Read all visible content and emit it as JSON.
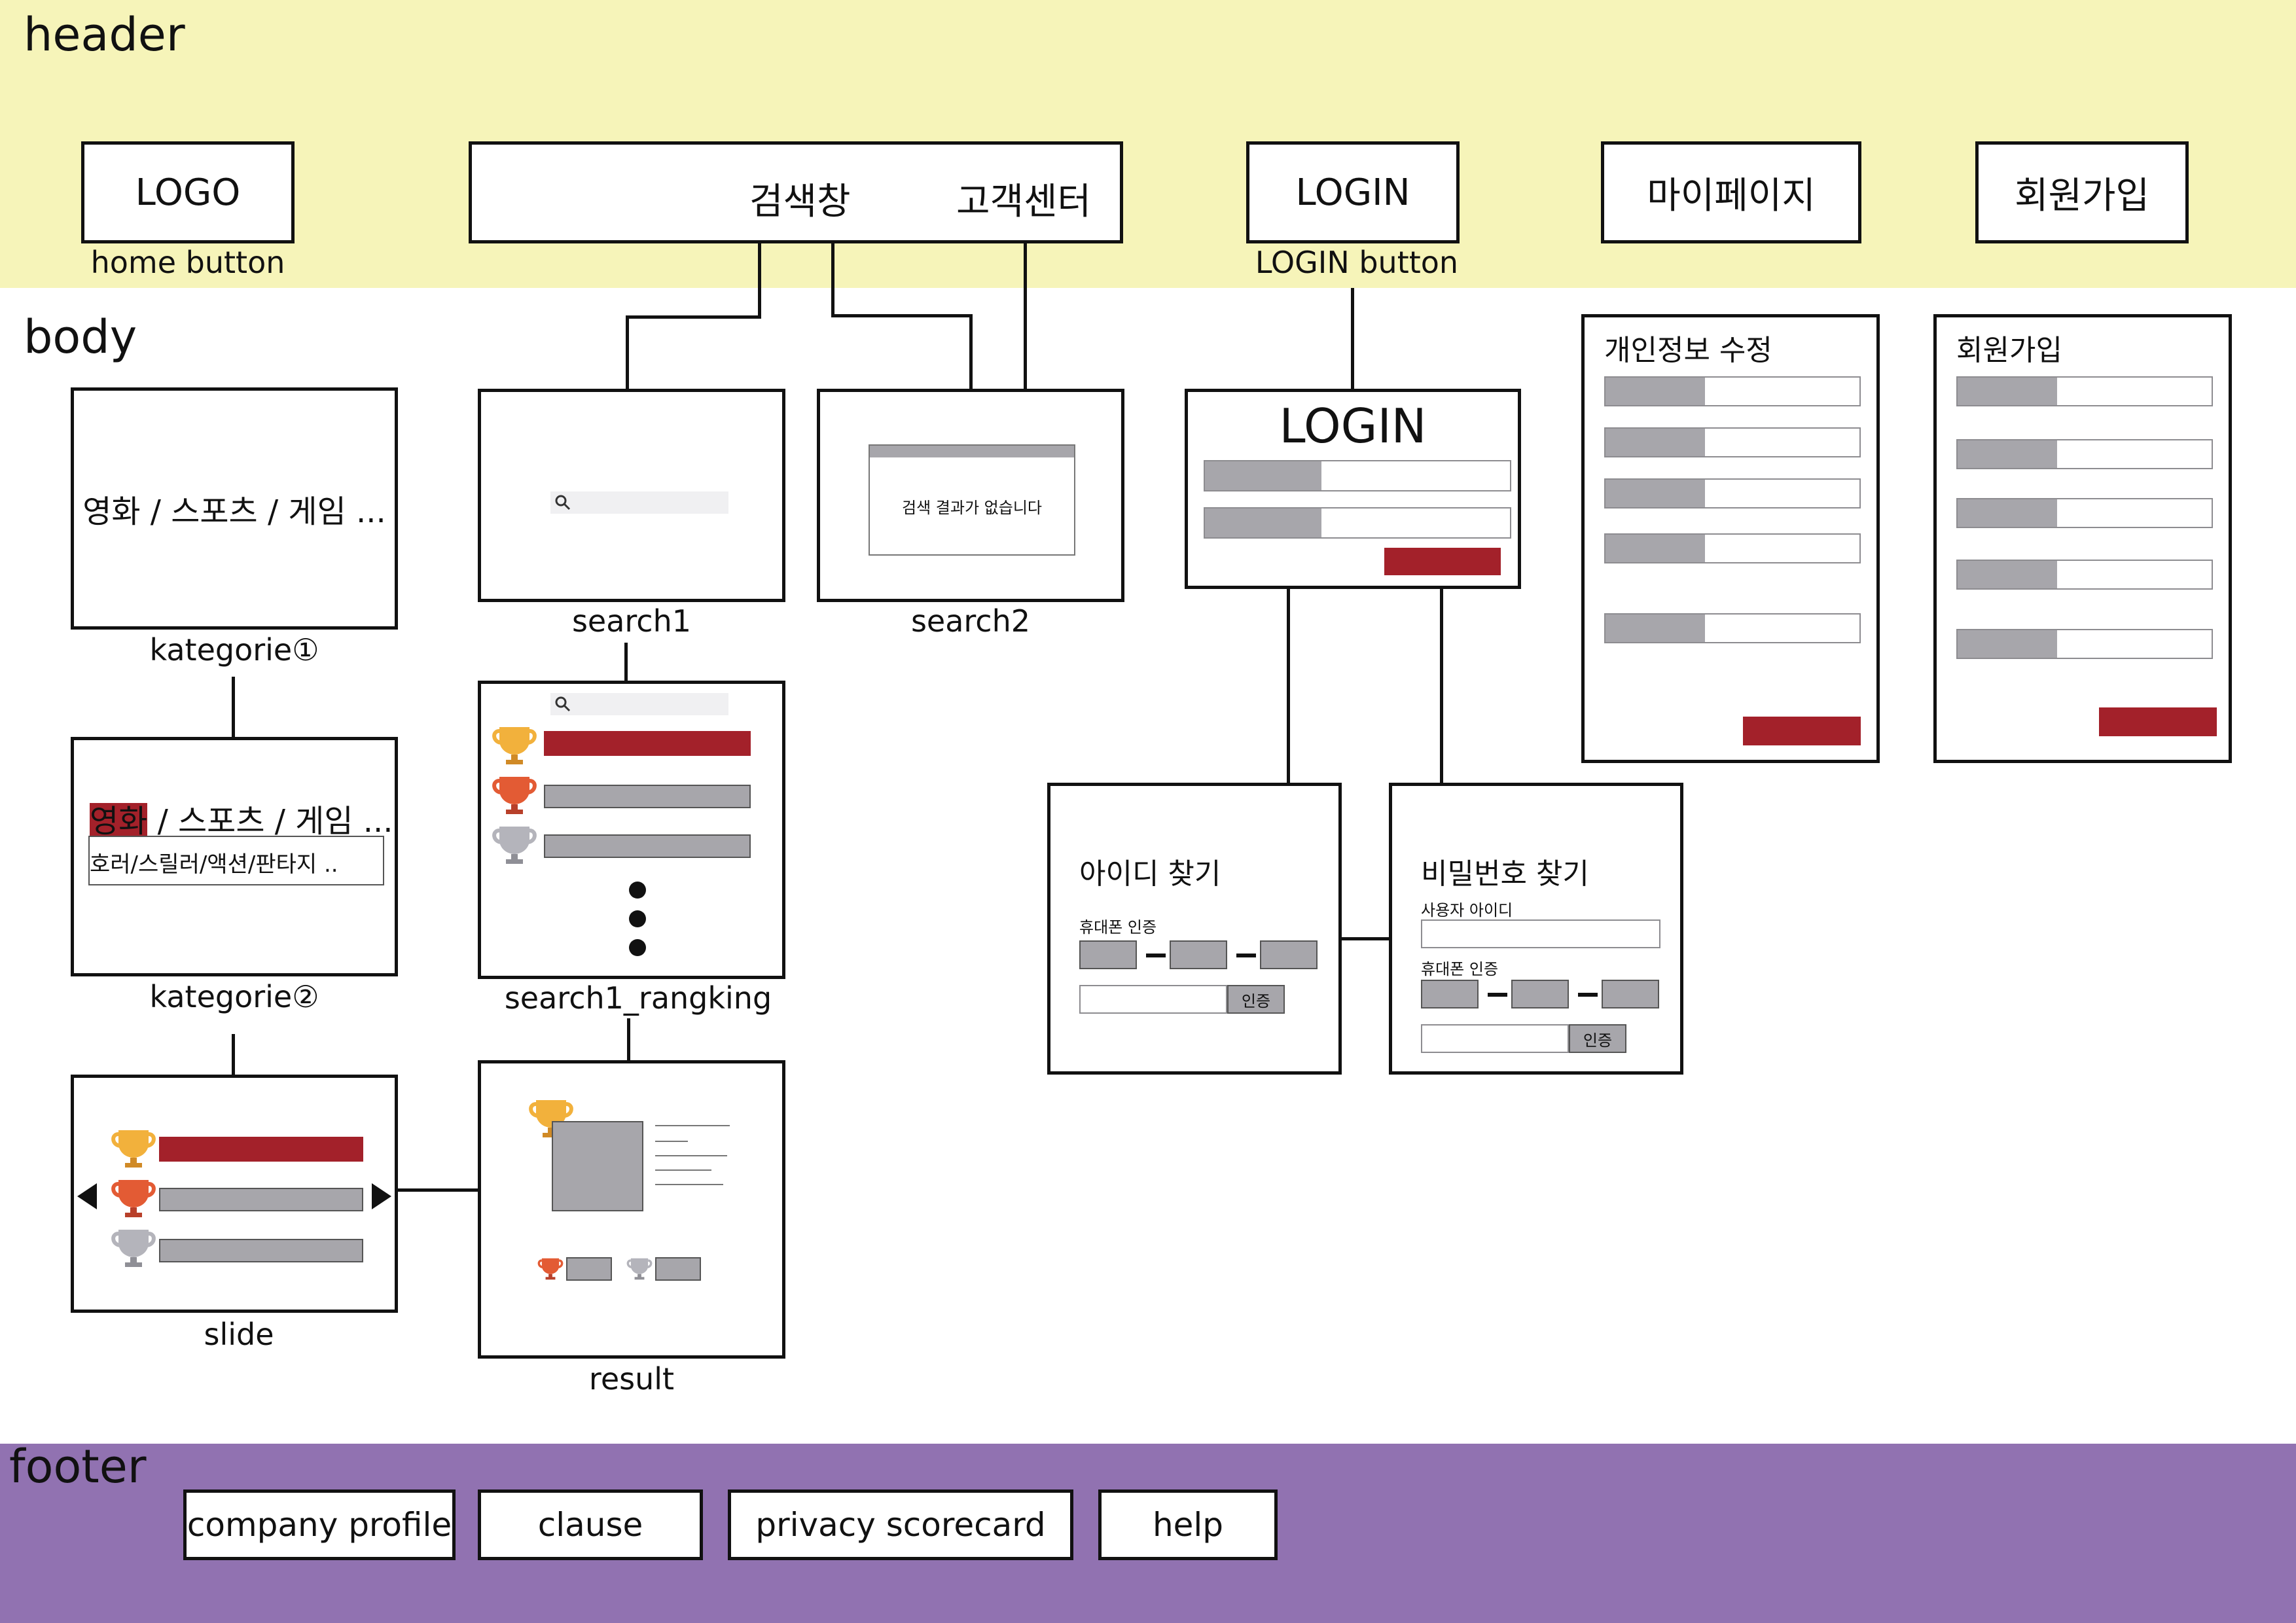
{
  "sections": {
    "header": "header",
    "body": "body",
    "footer": "footer"
  },
  "header": {
    "logo": "LOGO",
    "logo_caption": "home button",
    "search": "검색창",
    "support": "고객센터",
    "login": "LOGIN",
    "login_caption": "LOGIN button",
    "mypage": "마이페이지",
    "signup": "회원가입"
  },
  "body": {
    "category1": {
      "text": "영화 / 스포츠 / 게임 ...",
      "caption": "kategorie①"
    },
    "category2": {
      "highlight": "영화",
      "rest": " / 스포츠 / 게임 ...",
      "sub": "호러/스릴러/액션/판타지 ..",
      "caption": "kategorie②"
    },
    "slide": {
      "caption": "slide"
    },
    "search1": {
      "caption": "search1"
    },
    "search2": {
      "message": "검색 결과가 없습니다",
      "caption": "search2"
    },
    "ranking": {
      "caption": "search1_rangking"
    },
    "result": {
      "caption": "result"
    },
    "login_box": {
      "title": "LOGIN"
    },
    "find_id": {
      "title": "아이디 찾기",
      "phone_label": "휴대폰 인증",
      "verify": "인증"
    },
    "find_pw": {
      "title": "비밀번호 찾기",
      "user_id_label": "사용자 아이디",
      "phone_label": "휴대폰 인증",
      "verify": "인증"
    },
    "edit_profile": {
      "title": "개인정보 수정"
    },
    "signup_box": {
      "title": "회원가입"
    }
  },
  "footer": {
    "links": [
      "company profile",
      "clause",
      "privacy scorecard",
      "help"
    ]
  },
  "colors": {
    "header": "#f6f4b9",
    "footer": "#9172b1",
    "accent": "#a3212a",
    "field_label": "#a7a6ab"
  },
  "icons": [
    "search-icon",
    "trophy-gold-icon",
    "trophy-red-icon",
    "trophy-silver-icon",
    "arrow-left-icon",
    "arrow-right-icon"
  ]
}
